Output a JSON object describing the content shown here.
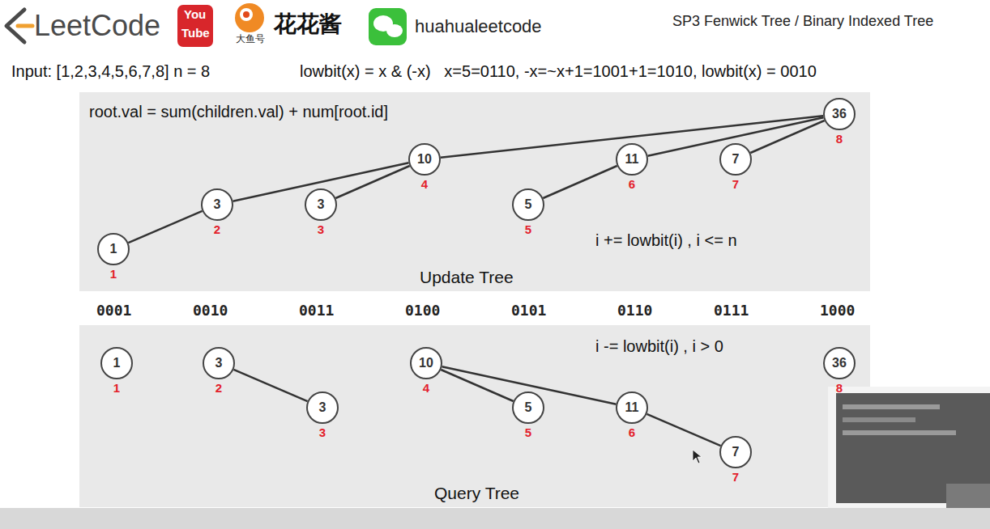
{
  "diagram": {
    "nodes": [
      {
        "text": [
          "1",
          "1"
        ]
      },
      {
        "text": [
          "3",
          "2"
        ]
      },
      {
        "text": [
          "3",
          "3"
        ]
      },
      {
        "text": [
          "10",
          "4"
        ]
      },
      {
        "text": [
          "5",
          "5"
        ]
      },
      {
        "text": [
          "11",
          "6"
        ]
      },
      {
        "text": [
          "7",
          "7"
        ]
      },
      {
        "text": [
          "36",
          "8"
        ]
      },
      {
        "text": [
          "1",
          "1"
        ]
      },
      {
        "text": [
          "3",
          "2"
        ]
      },
      {
        "text": [
          "3",
          "3"
        ]
      },
      {
        "text": [
          "10",
          "4"
        ]
      },
      {
        "text": [
          "5",
          "5"
        ]
      },
      {
        "text": [
          "11",
          "6"
        ]
      },
      {
        "text": [
          "7",
          "7"
        ]
      },
      {
        "text": [
          "36",
          "8"
        ]
      }
    ],
    "edges": [
      {
        "from": 0,
        "to": 1,
        "arrow": "none"
      },
      {
        "from": 1,
        "to": 3,
        "arrow": "none"
      },
      {
        "from": 2,
        "to": 3,
        "arrow": "none"
      },
      {
        "from": 3,
        "to": 7,
        "arrow": "none"
      },
      {
        "from": 4,
        "to": 5,
        "arrow": "none"
      },
      {
        "from": 5,
        "to": 7,
        "arrow": "none"
      },
      {
        "from": 6,
        "to": 7,
        "arrow": "none"
      },
      {
        "from": 9,
        "to": 10,
        "arrow": "none"
      },
      {
        "from": 11,
        "to": 12,
        "arrow": "none"
      },
      {
        "from": 11,
        "to": 13,
        "arrow": "none"
      },
      {
        "from": 13,
        "to": 14,
        "arrow": "none"
      }
    ],
    "labels": [
      "LeetCode",
      "You",
      "Tube",
      "大鱼号",
      "花花酱",
      "huahualeetcode",
      "SP3 Fenwick Tree / Binary Indexed Tree",
      "Input: [1,2,3,4,5,6,7,8] n = 8",
      "lowbit(x) = x & (-x)   x=5=0110, -x=~x+1=1001+1=1010, lowbit(x) = 0010",
      "root.val = sum(children.val) + num[root.id]",
      "i += lowbit(i) , i <= n",
      "Update Tree",
      "0001",
      "0010",
      "0011",
      "0100",
      "0101",
      "0110",
      "0111",
      "1000",
      "i -= lowbit(i) , i > 0",
      "Query Tree"
    ]
  }
}
